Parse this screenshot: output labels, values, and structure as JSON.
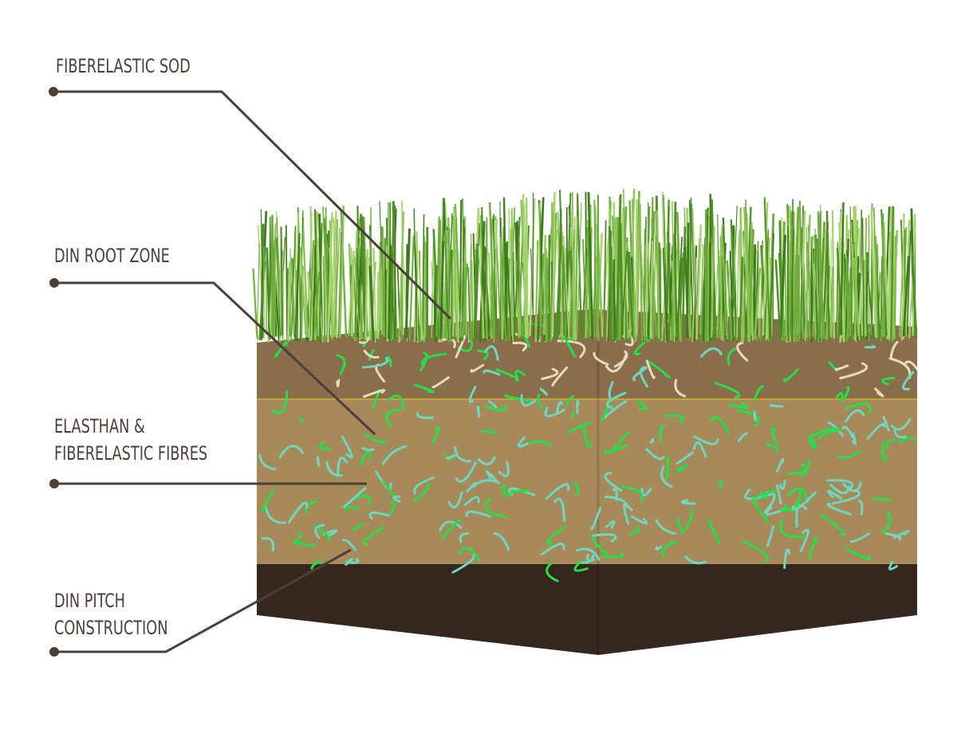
{
  "labels": {
    "sod": [
      "FIBERELASTIC SOD"
    ],
    "root_zone": [
      "DIN ROOT ZONE"
    ],
    "fibres": [
      "ELASTHAN &",
      "FIBERELASTIC FIBRES"
    ],
    "construction": [
      "DIN PITCH",
      "CONSTRUCTION"
    ]
  },
  "colors": {
    "text": "#4a4038",
    "leader_line": "#4a4038",
    "grass": "#6fae3c",
    "root_zone": "#8a6d4a",
    "sand": "#a88a5a",
    "soil": "#3a2a20",
    "fibre_green": "#22e04a",
    "fibre_cyan": "#6fd6c0"
  }
}
